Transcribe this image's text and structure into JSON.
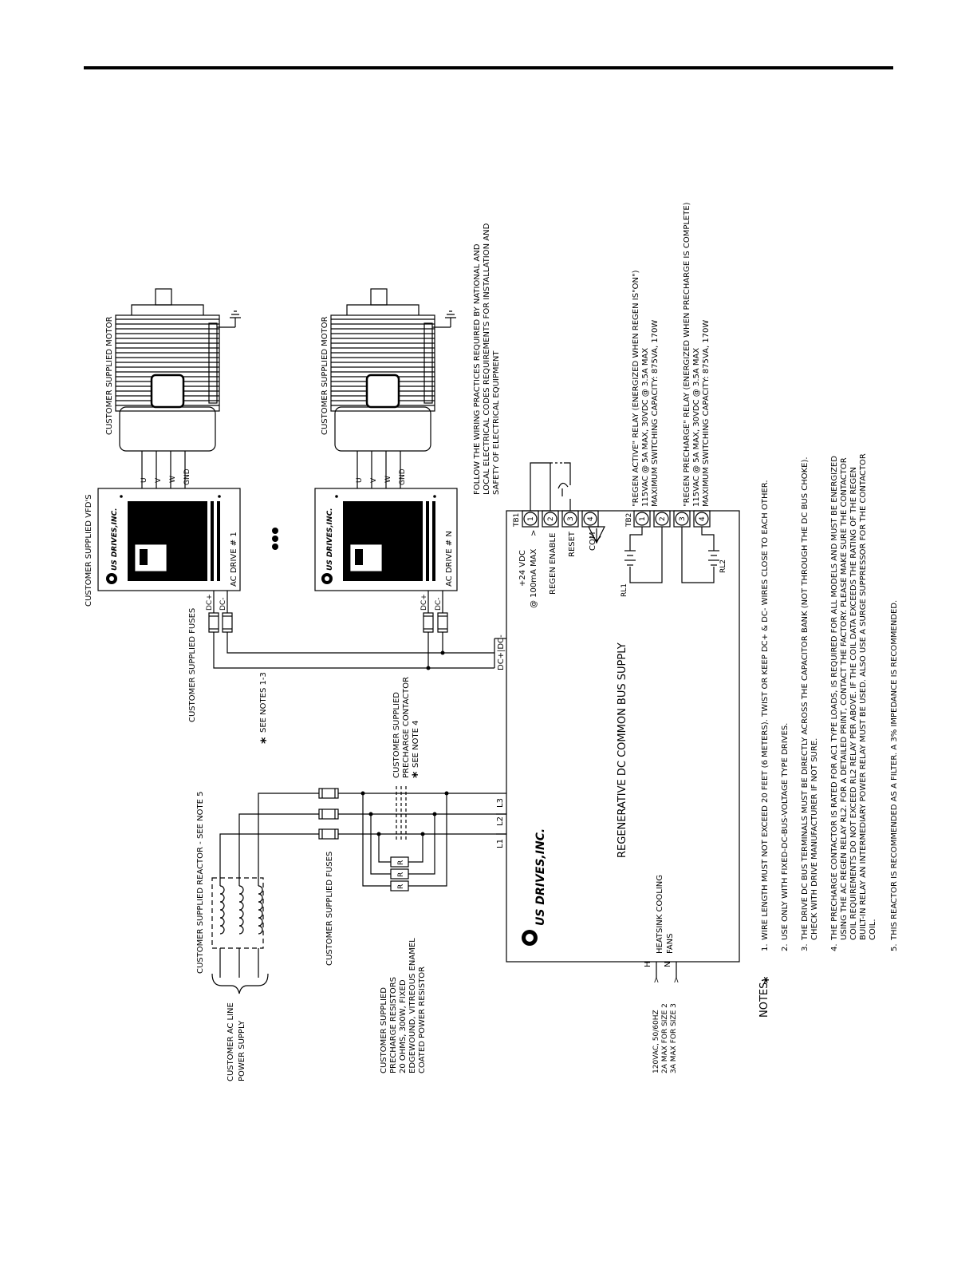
{
  "labels": {
    "reactor": "CUSTOMER SUPPLIED REACTOR - SEE NOTE 5",
    "fuses_ac": "CUSTOMER SUPPLIED FUSES",
    "fuses_dc": "CUSTOMER SUPPLIED FUSES",
    "see_notes": "SEE NOTES 1-3",
    "ac_line_1": "CUSTOMER AC LINE",
    "ac_line_2": "POWER SUPPLY",
    "resistors": [
      "CUSTOMER SUPPLIED",
      "PRECHARGE RESISTORS",
      "20 OHMS, 300W, FIXED",
      "EDGEWOUND, VITREOUS ENAMEL",
      "COATED POWER RESISTOR"
    ],
    "contactor": [
      "CUSTOMER SUPPLIED",
      "PRECHARGE CONTACTOR",
      "SEE NOTE 4"
    ],
    "fan_supply": [
      "120VAC, 50/60HZ",
      "2A MAX FOR SIZE 2",
      "3A MAX FOR SIZE 3"
    ],
    "fan_h": "H",
    "fan_n": "N",
    "heatsink": [
      "HEATSINK COOLING",
      "FANS"
    ],
    "main_title": "REGENERATIVE DC COMMON BUS SUPPLY",
    "brand": "US DRIVES,INC.",
    "brand_small": "US DRIVES,INC.",
    "l1": "L1",
    "l2": "L2",
    "l3": "L3",
    "dc_bus": "DC+|DC-",
    "dc_plus": "DC+",
    "dc_minus": "DC-",
    "vfds": "CUSTOMER SUPPLIED VFD'S",
    "drive1": "AC DRIVE # 1",
    "driveN": "AC DRIVE # N",
    "motor": "CUSTOMER SUPPLIED MOTOR",
    "u": "U",
    "v": "V",
    "w": "W",
    "gnd": "GND",
    "tb1": "TB1",
    "tb2": "TB2",
    "t1": "1",
    "t2": "2",
    "t3": "3",
    "t4": "4",
    "vdc": "+24 VDC",
    "ma": "@ 100mA MAX",
    "regen_enable": "REGEN ENABLE",
    "reset": "RESET",
    "com": "COM",
    "rl1": "RL1",
    "rl2": "RL2",
    "r": "R",
    "wiring": [
      "FOLLOW THE WIRING PRACTICES REQUIRED BY NATIONAL AND",
      "LOCAL ELECTRICAL CODES REQUIREMENTS FOR INSTALLATION AND",
      "SAFETY OF ELECTRICAL EQUIPMENT"
    ],
    "regen_active": [
      "\"REGEN ACTIVE\" RELAY (ENERGIZED WHEN REGEN IS\"ON\")",
      "115VAC @ 5A MAX, 30VDC @ 3.5A MAX",
      "MAXIMUM SWITCHING CAPACITY: 875VA, 170W"
    ],
    "regen_precharge": [
      "\"REGEN PRECHARGE\" RELAY (ENERGIZED WHEN PRECHARGE IS COMPLETE)",
      "115VAC @ 5A MAX, 30VDC @ 3.5A MAX",
      "MAXIMUM SWITCHING CAPACITY: 875VA, 170W"
    ],
    "notes_title": "NOTES:"
  },
  "notes": [
    {
      "num": "1.",
      "lines": [
        "WIRE LENGTH MUST NOT EXCEED 20 FEET (6 METERS). TWIST OR KEEP DC+ & DC- WIRES CLOSE TO EACH OTHER."
      ]
    },
    {
      "num": "2.",
      "lines": [
        "USE ONLY WITH FIXED-DC-BUS-VOLTAGE TYPE DRIVES."
      ]
    },
    {
      "num": "3.",
      "lines": [
        "THE DRIVE DC BUS TERMINALS MUST BE DIRECTLY ACROSS THE CAPACITOR BANK (NOT THROUGH THE DC BUS CHOKE).",
        "CHECK WITH DRIVE MANUFACTURER IF NOT SURE."
      ]
    },
    {
      "num": "4.",
      "lines": [
        "THE PRECHARGE CONTACTOR IS RATED FOR AC1 TYPE LOADS, IS REQUIRED FOR ALL MODELS AND MUST BE ENERGIZED",
        "USING THE AC REGEN RELAY RL2.  FOR A DETAILED PRINT, CONTACT THE FACTORY. PLEASE MAKE SURE THE CONTACTOR",
        "COIL REQUIREMENTS DO NOT EXCEED RL2 RELAY PER ABOVE. IF THE COIL DATA EXCEEDS THE RATING OF THE REGEN",
        "BUILT-IN RELAY AN INTERMEDIARY POWER RELAY MUST BE USED. ALSO USE A SURGE SUPPRESSOR FOR THE CONTACTOR",
        "COIL."
      ]
    },
    {
      "num": "5.",
      "lines": [
        "THIS REACTOR IS RECOMMENDED AS A FILTER. A 3% IMPEDANCE IS RECOMMENDED."
      ]
    }
  ]
}
